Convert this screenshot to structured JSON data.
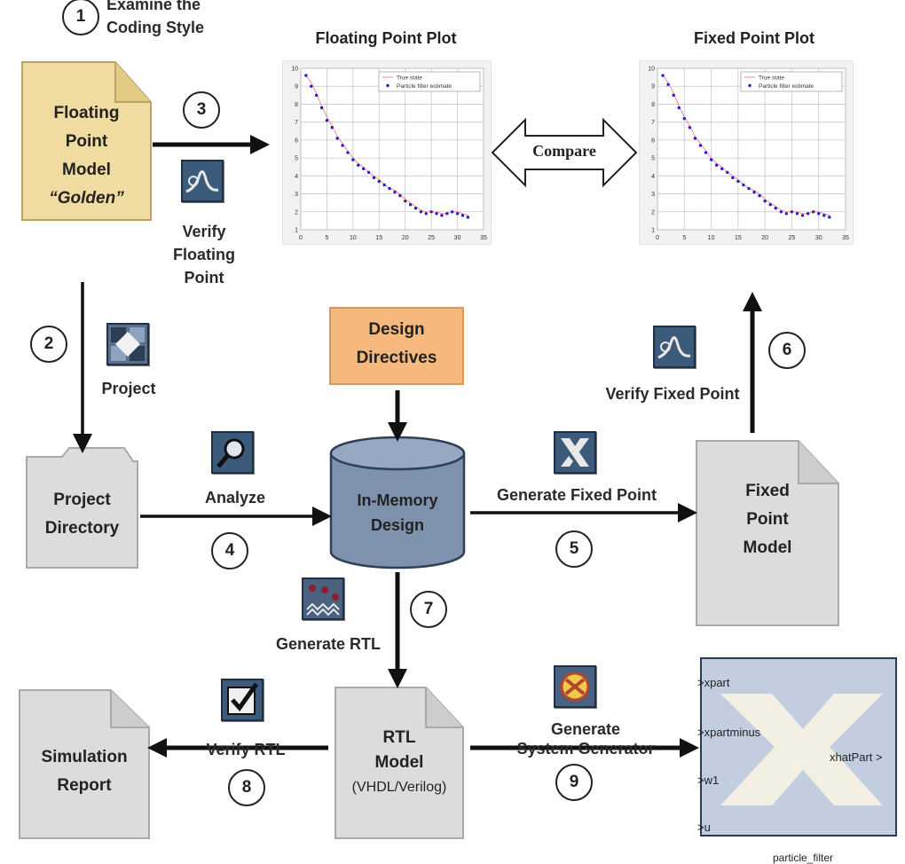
{
  "step1": {
    "num": "1",
    "title_line1": "Examine the",
    "title_line2": "Coding Style"
  },
  "float_model": {
    "line1": "Floating",
    "line2": "Point",
    "line3": "Model",
    "line4": "“Golden”"
  },
  "verify_float": {
    "line1": "Verify",
    "line2": "Floating",
    "line3": "Point"
  },
  "float_plot": {
    "title": "Floating Point Plot",
    "legend_true": "True state",
    "legend_pf": "Particle filter estimate"
  },
  "fixed_plot": {
    "title": "Fixed Point Plot",
    "legend_true": "True state",
    "legend_pf": "Particle filter estimate"
  },
  "compare_label": "Compare",
  "steps": {
    "s2": "2",
    "s3": "3",
    "s4": "4",
    "s5": "5",
    "s6": "6",
    "s7": "7",
    "s8": "8",
    "s9": "9"
  },
  "project_label": "Project",
  "project_dir": {
    "line1": "Project",
    "line2": "Directory"
  },
  "analyze_label": "Analyze",
  "design_directives": {
    "line1": "Design",
    "line2": "Directives"
  },
  "in_memory": {
    "line1": "In-Memory",
    "line2": "Design"
  },
  "gen_fixed_label": "Generate Fixed Point",
  "verify_fixed_label": "Verify Fixed Point",
  "fixed_model": {
    "line1": "Fixed",
    "line2": "Point",
    "line3": "Model"
  },
  "gen_rtl_label": "Generate RTL",
  "rtl_model": {
    "line1": "RTL",
    "line2": "Model",
    "line3": "(VHDL/Verilog)"
  },
  "verify_rtl_label": "Verify RTL",
  "sim_report": {
    "line1": "Simulation",
    "line2": "Report"
  },
  "gen_sysgen": {
    "line1": "Generate",
    "line2": "System Generator"
  },
  "sysgen_block": {
    "ports_in": [
      "xpart",
      "xpartminus",
      "w1",
      "u"
    ],
    "port_out": "xhatPart",
    "block_name": "particle_filter"
  },
  "chart_data": [
    {
      "type": "line",
      "title": "Floating Point Plot",
      "series": [
        {
          "name": "True state",
          "values": [
            9.6,
            9.2,
            8.6,
            7.9,
            7.3,
            6.8,
            6.2,
            5.8,
            5.4,
            5.0,
            4.7,
            4.5,
            4.2,
            4.0,
            3.8,
            3.5,
            3.3,
            3.2,
            3.0,
            2.7,
            2.5,
            2.3,
            2.1,
            2.0,
            2.0,
            2.0,
            1.9,
            1.9,
            2.0,
            2.0,
            1.9,
            1.8
          ]
        },
        {
          "name": "Particle filter estimate",
          "values": [
            9.6,
            9.0,
            8.5,
            7.8,
            7.1,
            6.7,
            6.1,
            5.7,
            5.3,
            4.9,
            4.6,
            4.4,
            4.2,
            3.9,
            3.7,
            3.5,
            3.3,
            3.1,
            2.9,
            2.6,
            2.4,
            2.2,
            2.0,
            1.9,
            2.0,
            1.9,
            1.8,
            1.9,
            2.0,
            1.9,
            1.8,
            1.7
          ]
        }
      ],
      "x": [
        1,
        2,
        3,
        4,
        5,
        6,
        7,
        8,
        9,
        10,
        11,
        12,
        13,
        14,
        15,
        16,
        17,
        18,
        19,
        20,
        21,
        22,
        23,
        24,
        25,
        26,
        27,
        28,
        29,
        30,
        31,
        32
      ],
      "xlim": [
        0,
        35
      ],
      "ylim": [
        1,
        10
      ],
      "xticks": [
        "0",
        "5",
        "10",
        "15",
        "20",
        "25",
        "30",
        "35"
      ],
      "yticks": [
        "1",
        "2",
        "3",
        "4",
        "5",
        "6",
        "7",
        "8",
        "9",
        "10"
      ],
      "grid": true,
      "legend": "top-right"
    },
    {
      "type": "line",
      "title": "Fixed Point Plot",
      "series": [
        {
          "name": "True state",
          "values": [
            9.6,
            9.2,
            8.6,
            7.9,
            7.3,
            6.8,
            6.2,
            5.8,
            5.4,
            5.0,
            4.7,
            4.5,
            4.2,
            4.0,
            3.8,
            3.5,
            3.3,
            3.2,
            3.0,
            2.7,
            2.5,
            2.3,
            2.1,
            2.0,
            2.0,
            2.0,
            1.9,
            1.9,
            2.0,
            2.0,
            1.9,
            1.8
          ]
        },
        {
          "name": "Particle filter estimate",
          "values": [
            9.6,
            9.1,
            8.5,
            7.8,
            7.2,
            6.7,
            6.1,
            5.7,
            5.3,
            4.9,
            4.6,
            4.4,
            4.2,
            3.9,
            3.7,
            3.5,
            3.3,
            3.1,
            2.9,
            2.6,
            2.4,
            2.2,
            2.0,
            1.9,
            2.0,
            1.9,
            1.8,
            1.9,
            2.0,
            1.9,
            1.8,
            1.7
          ]
        }
      ],
      "x": [
        1,
        2,
        3,
        4,
        5,
        6,
        7,
        8,
        9,
        10,
        11,
        12,
        13,
        14,
        15,
        16,
        17,
        18,
        19,
        20,
        21,
        22,
        23,
        24,
        25,
        26,
        27,
        28,
        29,
        30,
        31,
        32
      ],
      "xlim": [
        0,
        35
      ],
      "ylim": [
        1,
        10
      ],
      "xticks": [
        "0",
        "5",
        "10",
        "15",
        "20",
        "25",
        "30",
        "35"
      ],
      "yticks": [
        "1",
        "2",
        "3",
        "4",
        "5",
        "6",
        "7",
        "8",
        "9",
        "10"
      ],
      "grid": true,
      "legend": "top-right"
    }
  ],
  "colors": {
    "doc_gold": "#f0dca0",
    "doc_gray": "#dcdcdc",
    "directives_orange": "#f6b87c",
    "cylinder_blue": "#7e92ad",
    "true_line": "#ff8a8a",
    "estimate_marker": "#2222cc",
    "sysgen_bg": "#c2cde0",
    "sysgen_x": "#f3efe3"
  }
}
